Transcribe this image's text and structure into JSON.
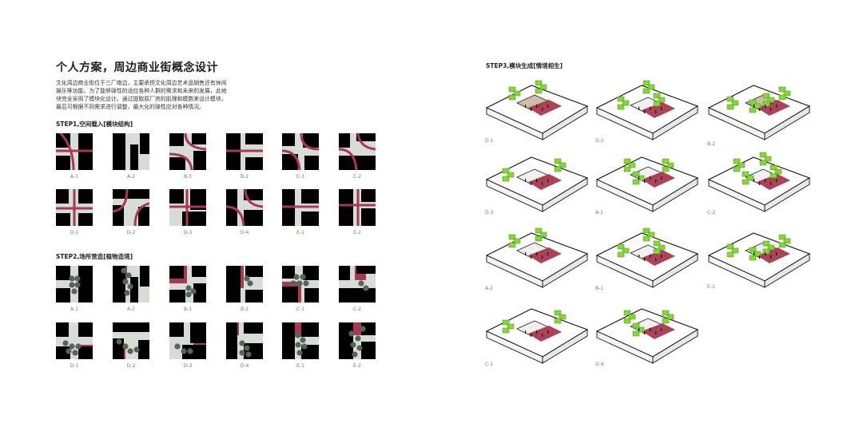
{
  "title": "个人方案，周边商业街概念设计",
  "intro": [
    "文化周边商业街位于三厂南边，主要承担文化周边艺术品销售还有休闲",
    "娱乐等功能。为了能够弹性的适应各种人群的需求和未来的发展，此地",
    "块完全采用了模块化设计。通过提取原厂房的肌理和模数来设计模块，",
    "最后可根据不同需求进行调整，最大化的弹性应对各种情况。"
  ],
  "step1": {
    "title": "STEP1,空间载入[模块结构]",
    "tiles": [
      "A-1",
      "A-2",
      "B-1",
      "B-2",
      "C-1",
      "C-2",
      "D-1",
      "D-2",
      "D-3",
      "D-4",
      "E-1",
      "E-2"
    ]
  },
  "step2": {
    "title": "STEP2,场所营造[植物造境]",
    "tiles": [
      "A-1",
      "A-2",
      "B-1",
      "B-2",
      "C-1",
      "C-2",
      "D-1",
      "D-2",
      "D-3",
      "D-4",
      "E-1",
      "E-2"
    ]
  },
  "step3": {
    "title": "STEP3,模块生成[情境相生]",
    "modules": [
      "D-1",
      "D-2",
      "B-2",
      "D-3",
      "A-1",
      "C-2",
      "A-2",
      "B-1",
      "E-1",
      "C-1",
      "D-4"
    ]
  },
  "colors": {
    "block": "#000000",
    "ground": "#d7dcd9",
    "road": "#a8394f",
    "tree": "#56655a",
    "green": "#86d63a"
  }
}
